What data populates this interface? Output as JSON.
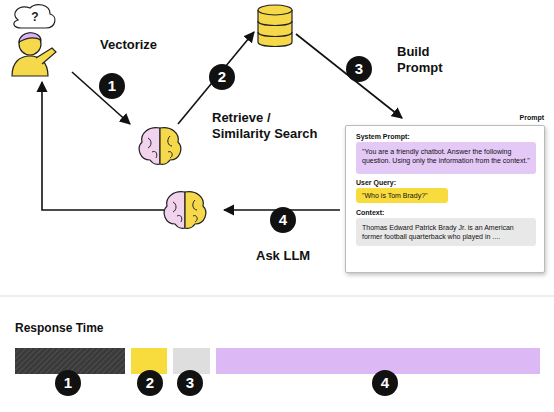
{
  "diagram": {
    "nodes": [
      {
        "text": [
          "Prompt",
          "System Prompt:",
          "User Query:",
          "Context:"
        ]
      },
      {
        "text": [
          "\"You are a friendly chatbot. Answer the following question. Using only the information from the context.\""
        ],
        "in": 0
      },
      {
        "text": [
          "\"Who is Tom Brady?\""
        ],
        "in": 0
      },
      {
        "text": [
          "Thomas Edward Patrick Brady Jr. is an American former football quarterback who played in ...."
        ],
        "in": 0
      }
    ],
    "labels": [
      "?",
      "Vectorize",
      "1",
      "Retrieve / Similarity Search",
      "2",
      "Build Prompt",
      "3",
      "4",
      "Ask LLM",
      "Response Time",
      "1",
      "2",
      "3",
      "4"
    ]
  }
}
